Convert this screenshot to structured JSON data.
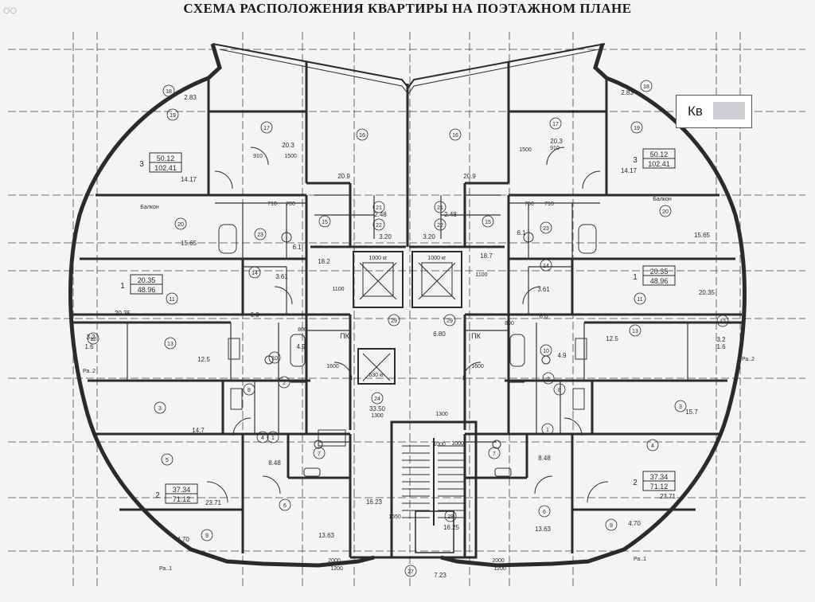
{
  "title": "СХЕМА РАСПОЛОЖЕНИЯ КВАРТИРЫ НА ПОЭТАЖНОМ ПЛАНЕ",
  "corner_mark": "ОО",
  "apartment_badge": {
    "label": "Кв"
  },
  "apartments": [
    {
      "rooms": "3",
      "living": "50.12",
      "total": "102.41"
    },
    {
      "rooms": "3",
      "living": "50.12",
      "total": "102.41"
    },
    {
      "rooms": "1",
      "living": "20.35",
      "total": "48.96"
    },
    {
      "rooms": "1",
      "living": "20.35",
      "total": "48.96"
    },
    {
      "rooms": "2",
      "living": "37.34",
      "total": "71.12"
    },
    {
      "rooms": "2",
      "living": "37.34",
      "total": "71.12"
    }
  ],
  "elevators": [
    "1000 кг",
    "1000 кг",
    "630 кг"
  ],
  "fire_hydrants": [
    "ПК",
    "ПК"
  ],
  "room_numbers": [
    "17",
    "16",
    "16",
    "17",
    "19",
    "19",
    "20",
    "20",
    "15",
    "15",
    "21",
    "21",
    "22",
    "22",
    "23",
    "23",
    "11",
    "11",
    "13",
    "13",
    "14",
    "14",
    "10",
    "10",
    "29",
    "29",
    "24",
    "3",
    "3",
    "4",
    "4",
    "5",
    "6",
    "6",
    "7",
    "7",
    "1",
    "1",
    "2",
    "2",
    "8",
    "8",
    "27",
    "28",
    "18",
    "18",
    "12",
    "12",
    "9",
    "9"
  ],
  "areas": [
    "20.3",
    "20.3",
    "20.9",
    "20.9",
    "14.17",
    "14.17",
    "15.65",
    "15.65",
    "18.2",
    "18.7",
    "3.20",
    "3.20",
    "2.48",
    "2.48",
    "6.1",
    "6.1",
    "3.61",
    "3.61",
    "6.0",
    "6.0",
    "12.5",
    "12.5",
    "4.9",
    "4.9",
    "14.7",
    "15.7",
    "33.50",
    "8.48",
    "8.48",
    "23.71",
    "23.71",
    "13.63",
    "13.63",
    "16.25",
    "16.23",
    "7.23",
    "4.70",
    "4.70",
    "2.83",
    "2.83",
    "3.2",
    "3.2",
    "1.6",
    "1.6",
    "20.35",
    "20.35",
    "6.80"
  ],
  "dimensions": [
    "1500",
    "1500",
    "910",
    "910",
    "1100",
    "1100",
    "1600",
    "1600",
    "1300",
    "1300",
    "1200",
    "1200",
    "710",
    "710",
    "700",
    "700",
    "800",
    "800",
    "2000",
    "2000",
    "1550",
    "1000",
    "1000"
  ],
  "annotations": [
    "Ра..1",
    "Ра..1",
    "Ра..2",
    "Ра..2",
    "Балкон",
    "Балкон"
  ],
  "colors": {
    "ink": "#2b2b2b",
    "paper": "#f4f4f2",
    "grid": "#3a3a3a"
  }
}
